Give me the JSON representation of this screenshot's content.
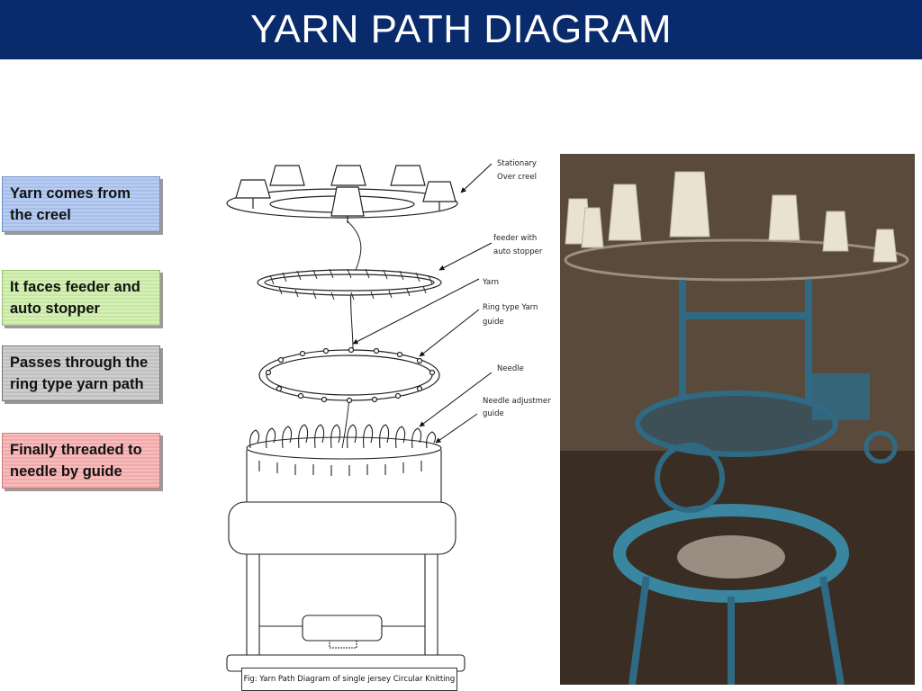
{
  "title": "YARN PATH DIAGRAM",
  "steps": [
    {
      "text": "Yarn comes from the creel",
      "color": "#b9cdf0"
    },
    {
      "text": " It faces feeder and auto stopper",
      "color": "#d6f0b8"
    },
    {
      "text": "Passes through the ring type yarn path",
      "color": "#cfcfcf"
    },
    {
      "text": "Finally threaded to needle by guide",
      "color": "#f7bcbc"
    }
  ],
  "diagram": {
    "labels": {
      "stationary": "Stationary",
      "over_creel": "Over creel",
      "feeder": "feeder with",
      "auto_stopper": "auto stopper",
      "yarn": "Yarn",
      "ring_type": "Ring type Yarn",
      "guide": "guide",
      "needle": "Needle",
      "needle_adjustment": "Needle adjustment",
      "guide2": "guide"
    },
    "caption": "Fig: Yarn Path Diagram of single jersey Circular Knitting"
  },
  "photo": {
    "subject": "circular knitting machine with yarn cones on creel",
    "colors": {
      "wall": "#4a3a2e",
      "machine": "#2f6a84",
      "cones": "#e8e2cf"
    }
  }
}
